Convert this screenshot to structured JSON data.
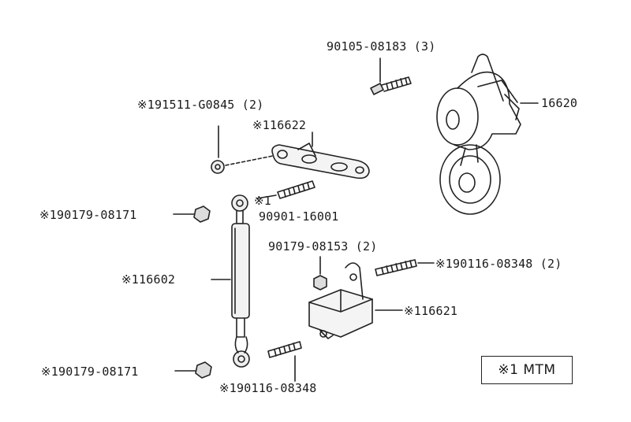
{
  "labels": {
    "bolt_top": "90105-08183 (3)",
    "tensioner_assy": "16620",
    "nut_upper": "※191511-G0845 (2)",
    "bracket_plate": "※116622",
    "stud_left": "※1",
    "stud_number": "90901-16001",
    "nut_right_upper": "※190179-08171",
    "nut_mid": "90179-08153 (2)",
    "stud_long": "※190116-08348 (2)",
    "damper": "※116602",
    "bracket_lower": "※116621",
    "nut_right_lower": "※190179-08171",
    "stud_bottom": "※190116-08348"
  },
  "legend": {
    "text": "※1 MTM"
  }
}
